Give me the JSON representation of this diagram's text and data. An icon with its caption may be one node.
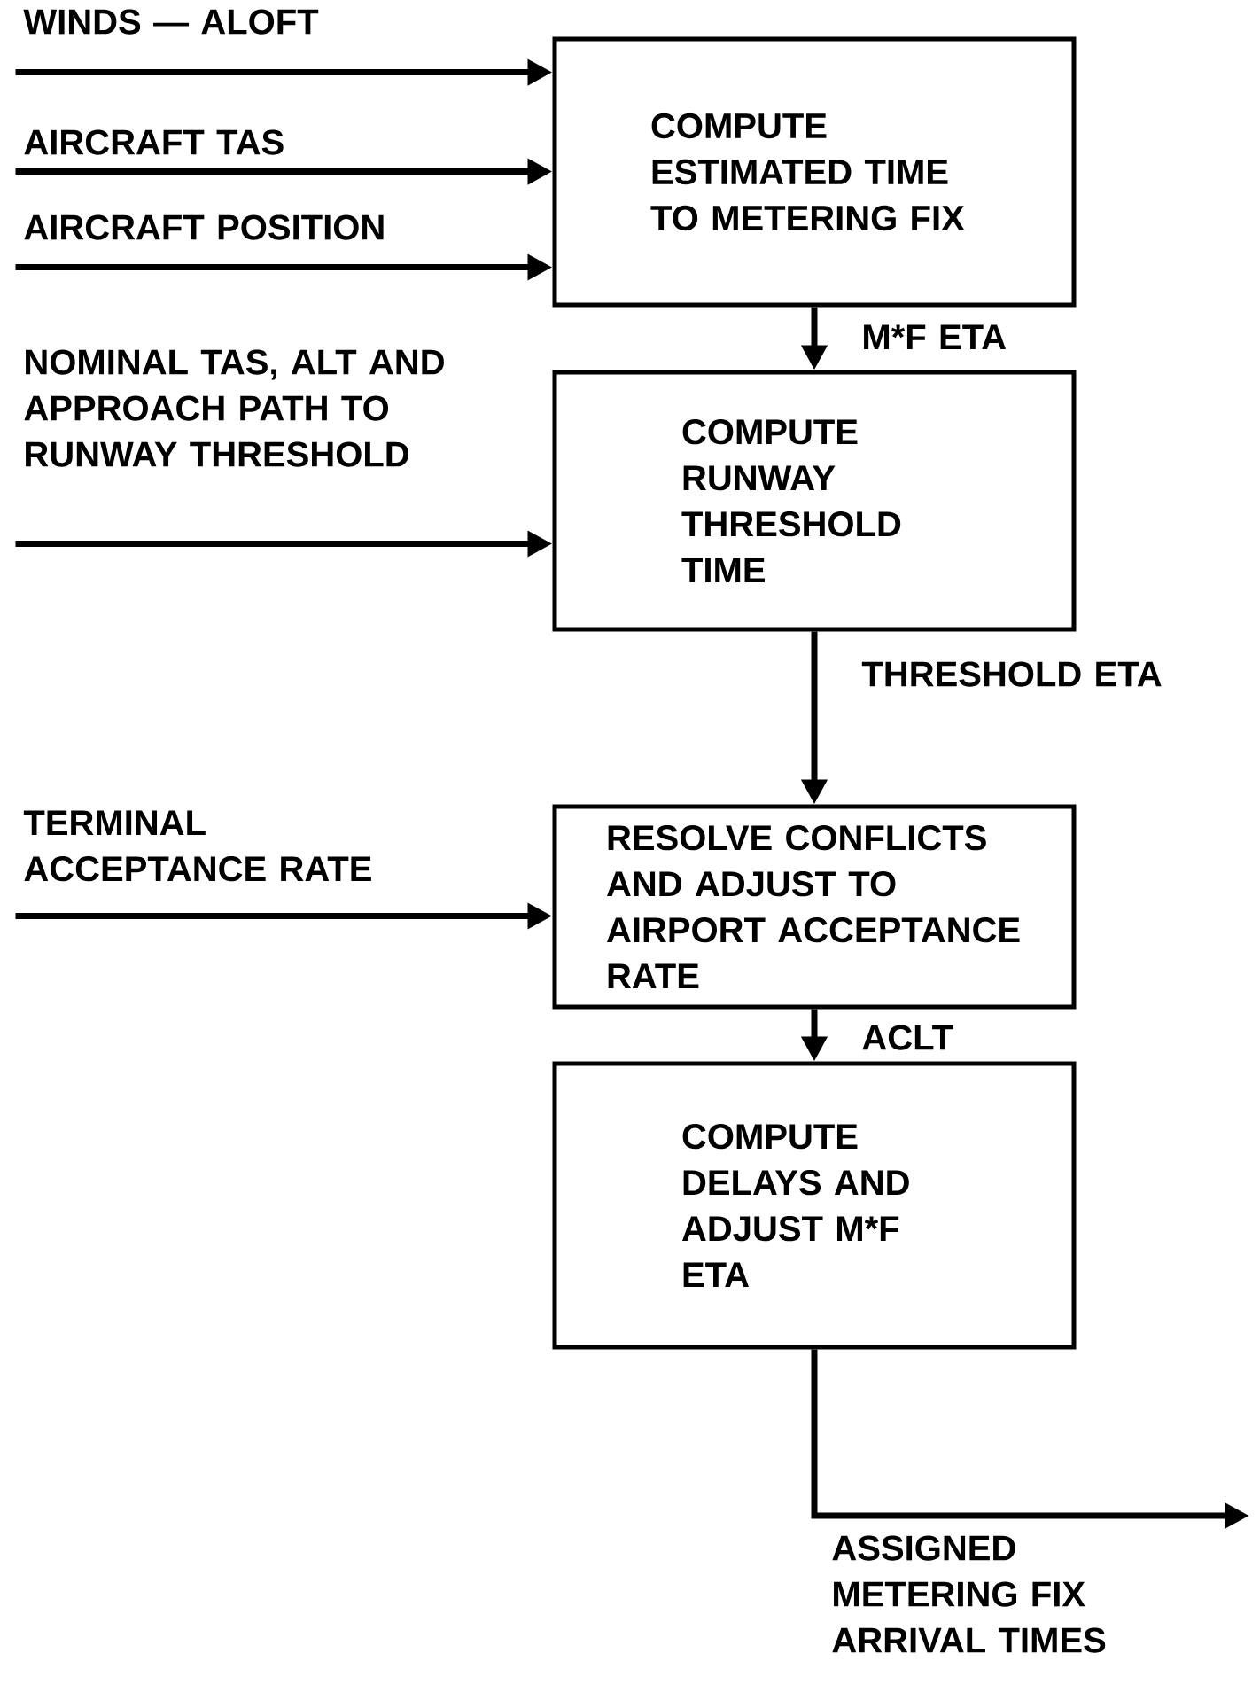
{
  "diagram": {
    "nodes": [
      {
        "text": [
          "COMPUTE ESTIMATED TIME TO METERING FIX"
        ]
      },
      {
        "text": [
          "COMPUTE RUNWAY THRESHOLD TIME"
        ]
      },
      {
        "text": [
          "RESOLVE CONFLICTS AND ADJUST TO AIRPORT ACCEPTANCE RATE"
        ]
      },
      {
        "text": [
          "COMPUTE DELAYS AND ADJUST M*F ETA"
        ]
      }
    ],
    "edges": [
      {
        "from": null,
        "to": 0,
        "arrow": "to",
        "label": "WINDS — ALOFT"
      },
      {
        "from": null,
        "to": 0,
        "arrow": "to",
        "label": "AIRCRAFT TAS"
      },
      {
        "from": null,
        "to": 0,
        "arrow": "to",
        "label": "AIRCRAFT POSITION"
      },
      {
        "from": null,
        "to": 1,
        "arrow": "to",
        "label": "NOMINAL TAS, ALT AND APPROACH PATH TO RUNWAY THRESHOLD"
      },
      {
        "from": null,
        "to": 2,
        "arrow": "to",
        "label": "TERMINAL ACCEPTANCE RATE"
      },
      {
        "from": 0,
        "to": 1,
        "arrow": "to",
        "label": "M*F ETA"
      },
      {
        "from": 1,
        "to": 2,
        "arrow": "to",
        "label": "THRESHOLD ETA"
      },
      {
        "from": 2,
        "to": 3,
        "arrow": "to",
        "label": "ACLT"
      },
      {
        "from": 3,
        "to": null,
        "arrow": "to",
        "label": "ASSIGNED METERING FIX ARRIVAL TIMES"
      }
    ]
  }
}
